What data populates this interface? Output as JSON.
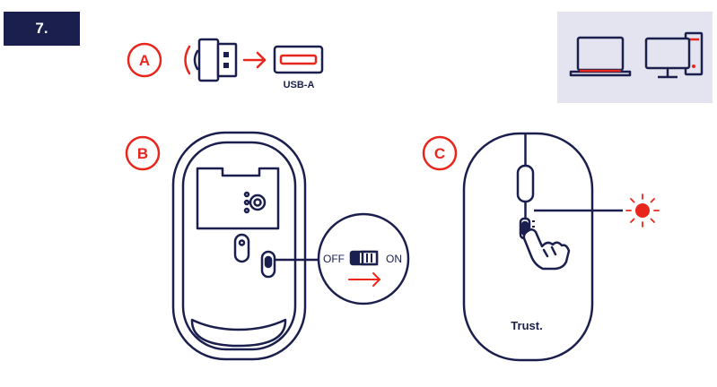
{
  "step": {
    "number": "7."
  },
  "steps": {
    "a": "A",
    "b": "B",
    "c": "C"
  },
  "usb": {
    "port_label": "USB-A"
  },
  "switch": {
    "off_label": "OFF",
    "on_label": "ON"
  },
  "mouse_top": {
    "brand": "Trust."
  },
  "colors": {
    "navy": "#1a1f4d",
    "accent_red": "#e8261c",
    "panel_bg": "#e3e4ef",
    "outline": "#1a1f4d"
  },
  "icons": {
    "wireless": "wireless-signal-icon",
    "receiver": "usb-receiver-icon",
    "arrow": "arrow-right-icon",
    "port": "usb-a-port-icon",
    "laptop": "laptop-icon",
    "desktop": "desktop-computer-icon",
    "led": "led-light-icon",
    "finger": "pointing-hand-icon"
  }
}
